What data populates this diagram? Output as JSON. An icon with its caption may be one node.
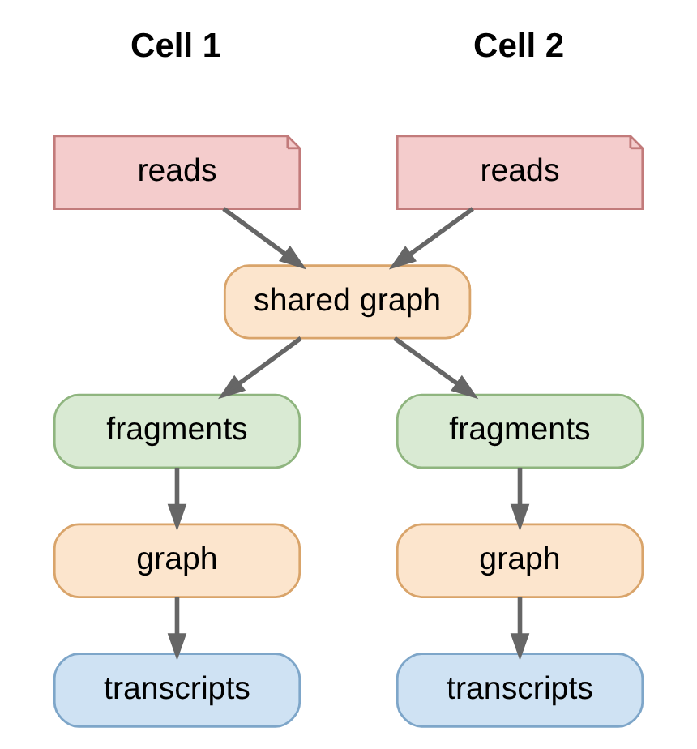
{
  "diagram": {
    "nodes": [
      {
        "text": [
          "reads"
        ]
      },
      {
        "text": [
          "reads"
        ]
      },
      {
        "text": [
          "shared graph"
        ]
      },
      {
        "text": [
          "fragments"
        ]
      },
      {
        "text": [
          "fragments"
        ]
      },
      {
        "text": [
          "graph"
        ]
      },
      {
        "text": [
          "graph"
        ]
      },
      {
        "text": [
          "transcripts"
        ]
      },
      {
        "text": [
          "transcripts"
        ]
      }
    ],
    "edges": [
      {
        "from": 0,
        "to": 2,
        "arrow": "to"
      },
      {
        "from": 1,
        "to": 2,
        "arrow": "to"
      },
      {
        "from": 2,
        "to": 3,
        "arrow": "to"
      },
      {
        "from": 2,
        "to": 4,
        "arrow": "to"
      },
      {
        "from": 3,
        "to": 5,
        "arrow": "to"
      },
      {
        "from": 4,
        "to": 6,
        "arrow": "to"
      },
      {
        "from": 5,
        "to": 7,
        "arrow": "to"
      },
      {
        "from": 6,
        "to": 8,
        "arrow": "to"
      }
    ],
    "labels": [
      "Cell 1",
      "Cell 2"
    ]
  }
}
